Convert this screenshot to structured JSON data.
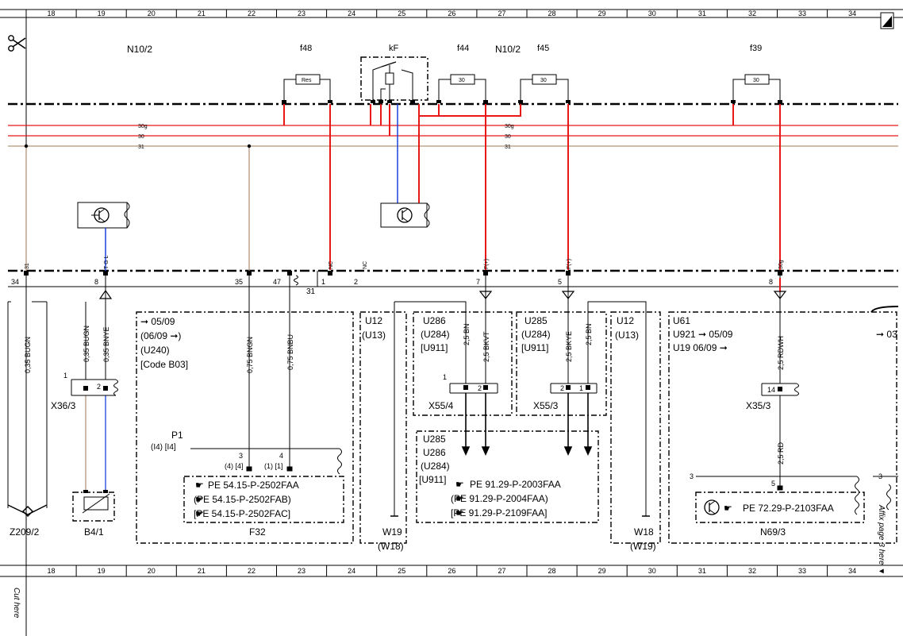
{
  "grid_columns": [
    "18",
    "19",
    "20",
    "21",
    "22",
    "23",
    "24",
    "25",
    "26",
    "27",
    "28",
    "29",
    "30",
    "31",
    "32",
    "33",
    "34"
  ],
  "header": {
    "module_left": "N10/2",
    "module_right": "N10/2",
    "fuse_f48": "f48",
    "relay_kf": "kF",
    "fuse_f44": "f44",
    "fuse_f45": "f45",
    "fuse_f39": "f39",
    "fuse_f48_rating": "Res",
    "fuse_f44_rating": "30",
    "fuse_f45_rating": "30",
    "fuse_f39_rating": "30"
  },
  "rails": {
    "r30g_left": "30g",
    "r30_left": "30",
    "r31_left": "31",
    "r30g_mid": "30g",
    "r30_mid": "30",
    "r31_mid": "31"
  },
  "pins": {
    "p34": "34",
    "p8a": "8",
    "p35": "35",
    "p47": "47",
    "p1": "1",
    "p2": "2",
    "p7": "7",
    "p5": "5",
    "p8b": "8",
    "ground31": "31",
    "tag31": "31",
    "tagTGL": "T G L",
    "tagNC1": "NC",
    "tagNC2": "NC",
    "tagF1": "F(+)",
    "tagF2": "F(+)",
    "tag30g": "30g"
  },
  "wires": {
    "w_bugn_035": "0,35 BUGN",
    "w_bugn_035b": "0,35 BUGN",
    "w_bnye_035": "0,35 BNYE",
    "w_bngn_075": "0,75 BNGN",
    "w_bnbu_075": "0,75 BNBU",
    "w_bn_25a": "2,5 BN",
    "w_bkvt_25": "2,5 BKVT",
    "w_bkye_25": "2,5 BKYE",
    "w_bn_25b": "2,5 BN",
    "w_rdwh_25": "2,5 RDWH",
    "w_rd_25": "2,5 RD"
  },
  "connectors": {
    "x36": "X36/3",
    "x55_4": "X55/4",
    "x55_3": "X55/3",
    "x35": "X35/3",
    "z209": "Z209/2",
    "b4": "B4/1",
    "f32": "F32",
    "n69": "N69/3",
    "w19": "W19",
    "w18_paren": "(W18)",
    "w18": "W18",
    "w19_paren": "(W19)",
    "x36_p1": "1",
    "x36_p2": "2",
    "x55_4_p1": "1",
    "x55_4_p2": "2",
    "x55_3_p2": "2",
    "x55_3_p1": "1",
    "x35_p14": "14"
  },
  "blocks": {
    "f32_lines": [
      "➞ 05/09",
      "(06/09 ➞)",
      "(U240)",
      "[Code B03]"
    ],
    "p1_label": "P1",
    "p1_sub": "(I4) [I4]",
    "p1_pin3": "3",
    "p1_pin4": "4",
    "p1_pin3_sub": "(4) [4]",
    "p1_pin4_sub": "(1) [1]",
    "f32_refs": [
      "PE 54.15-P-2502FAA",
      "(PE 54.15-P-2502FAB)",
      "[PE 54.15-P-2502FAC]"
    ],
    "u12a": [
      "U12",
      "(U13)"
    ],
    "u286": [
      "U286",
      "(U284)",
      "[U911]"
    ],
    "u285": [
      "U285",
      "(U284)",
      "[U911]"
    ],
    "u12b": [
      "U12",
      "(U13)"
    ],
    "u285_286": [
      "U285",
      "U286",
      "(U284)",
      "[U911]"
    ],
    "mid_refs": [
      "PE 91.29-P-2003FAA",
      "(PE 91.29-P-2004FAA)",
      "[PE 91.29-P-2109FAA]"
    ],
    "u61": [
      "U61",
      "U921  ➞ 05/09",
      "U19  06/09 ➞"
    ],
    "n69_pin3": "3",
    "n69_pin5": "5",
    "n69_ref": "PE 72.29-P-2103FAA",
    "right_edge_arrow": "➞ 03",
    "right_edge_pin3": "3"
  },
  "margins": {
    "cut_here": "Cut here",
    "affix_page": "Affix page 3 here ▼"
  },
  "colors": {
    "red": "#e81818",
    "blue": "#1a40e0",
    "brown": "#b39378",
    "label_blue": "#1a28d0"
  }
}
